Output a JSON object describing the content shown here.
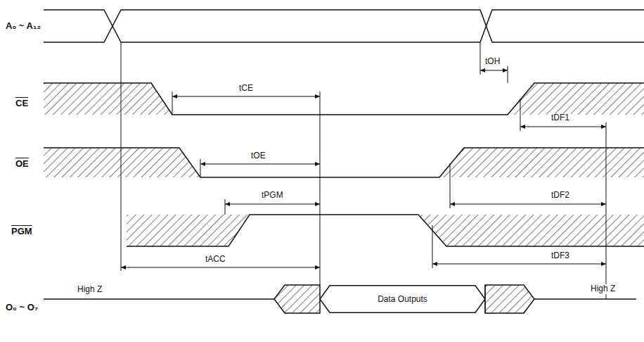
{
  "diagram": {
    "nodes": [
      {
        "text": [
          "Data Outputs"
        ]
      }
    ],
    "labels": [
      "A₀ ~ A₁₂",
      "CE",
      "OE",
      "PGM",
      "O₀ ~ O₇",
      "tCE",
      "tOE",
      "tPGM",
      "tACC",
      "tOH",
      "tDF1",
      "tDF2",
      "tDF3",
      "High Z",
      "High Z"
    ]
  }
}
